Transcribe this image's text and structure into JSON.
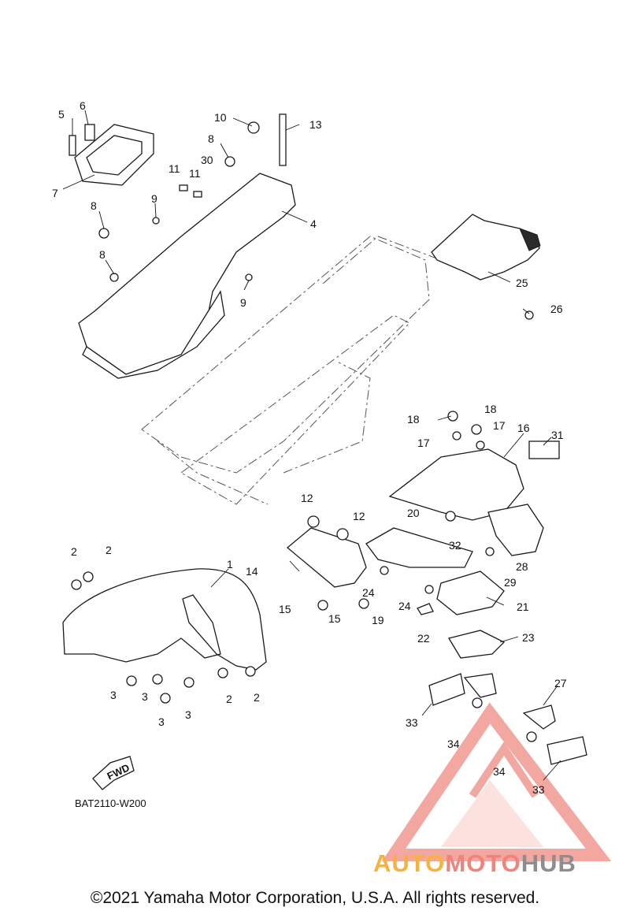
{
  "diagram": {
    "ref_code": "BAT2110-W200",
    "fwd_label": "FWD",
    "callouts": [
      "1",
      "2",
      "2",
      "2",
      "2",
      "3",
      "3",
      "3",
      "3",
      "4",
      "5",
      "6",
      "7",
      "8",
      "8",
      "8",
      "9",
      "9",
      "10",
      "11",
      "11",
      "12",
      "12",
      "13",
      "14",
      "15",
      "15",
      "16",
      "17",
      "17",
      "18",
      "18",
      "19",
      "20",
      "21",
      "22",
      "23",
      "24",
      "24",
      "25",
      "26",
      "27",
      "28",
      "29",
      "30",
      "31",
      "32",
      "33",
      "33",
      "34",
      "34"
    ]
  },
  "watermark": {
    "brand_auto": "AUTO",
    "brand_moto": "MOTO",
    "brand_hub": "HUB",
    "colors": {
      "auto": "#f6b23c",
      "moto": "#f0837b",
      "hub": "#8d8d8d",
      "triangle": "#f08a82"
    }
  },
  "footer": {
    "copyright": "©2021 Yamaha Motor Corporation, U.S.A. All rights reserved."
  }
}
